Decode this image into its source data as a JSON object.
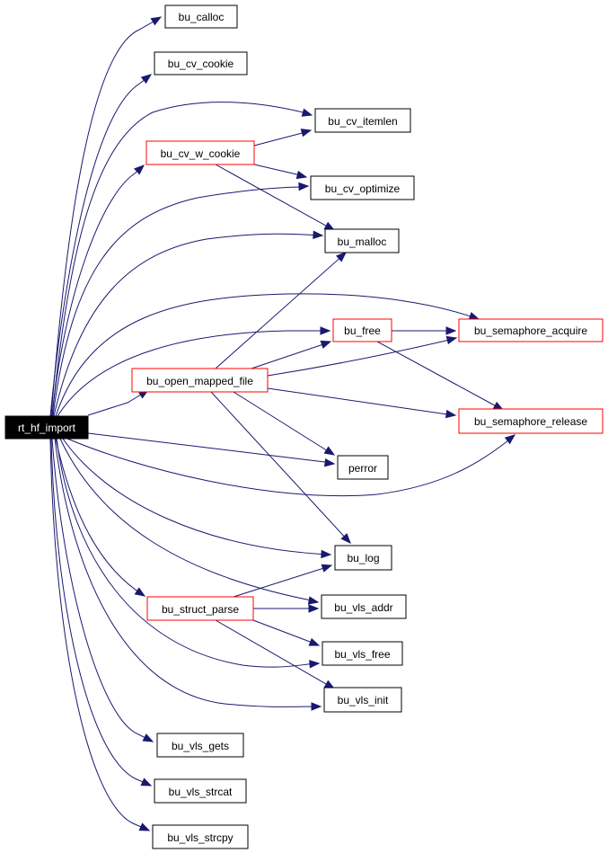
{
  "colors": {
    "edge": "#191970",
    "node_border_default": "#000000",
    "node_border_expandable": "#ff0000",
    "root_fill": "#000000",
    "root_text": "#ffffff"
  },
  "nodes": {
    "root": "rt_hf_import",
    "calloc": "bu_calloc",
    "cv_cookie": "bu_cv_cookie",
    "cv_itemlen": "bu_cv_itemlen",
    "cv_w_cookie": "bu_cv_w_cookie",
    "cv_optimize": "bu_cv_optimize",
    "malloc": "bu_malloc",
    "free": "bu_free",
    "sem_acquire": "bu_semaphore_acquire",
    "open_mapped_file": "bu_open_mapped_file",
    "sem_release": "bu_semaphore_release",
    "perror": "perror",
    "log": "bu_log",
    "struct_parse": "bu_struct_parse",
    "vls_addr": "bu_vls_addr",
    "vls_free": "bu_vls_free",
    "vls_init": "bu_vls_init",
    "vls_gets": "bu_vls_gets",
    "vls_strcat": "bu_vls_strcat",
    "vls_strcpy": "bu_vls_strcpy"
  }
}
